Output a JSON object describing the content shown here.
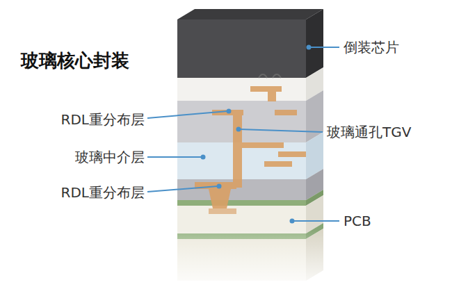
{
  "diagram": {
    "title": "玻璃核心封装",
    "labels": [
      "倒装芯片",
      "RDL重分布层",
      "玻璃通孔TGV",
      "玻璃中介层",
      "RDL重分布层",
      "PCB"
    ]
  }
}
